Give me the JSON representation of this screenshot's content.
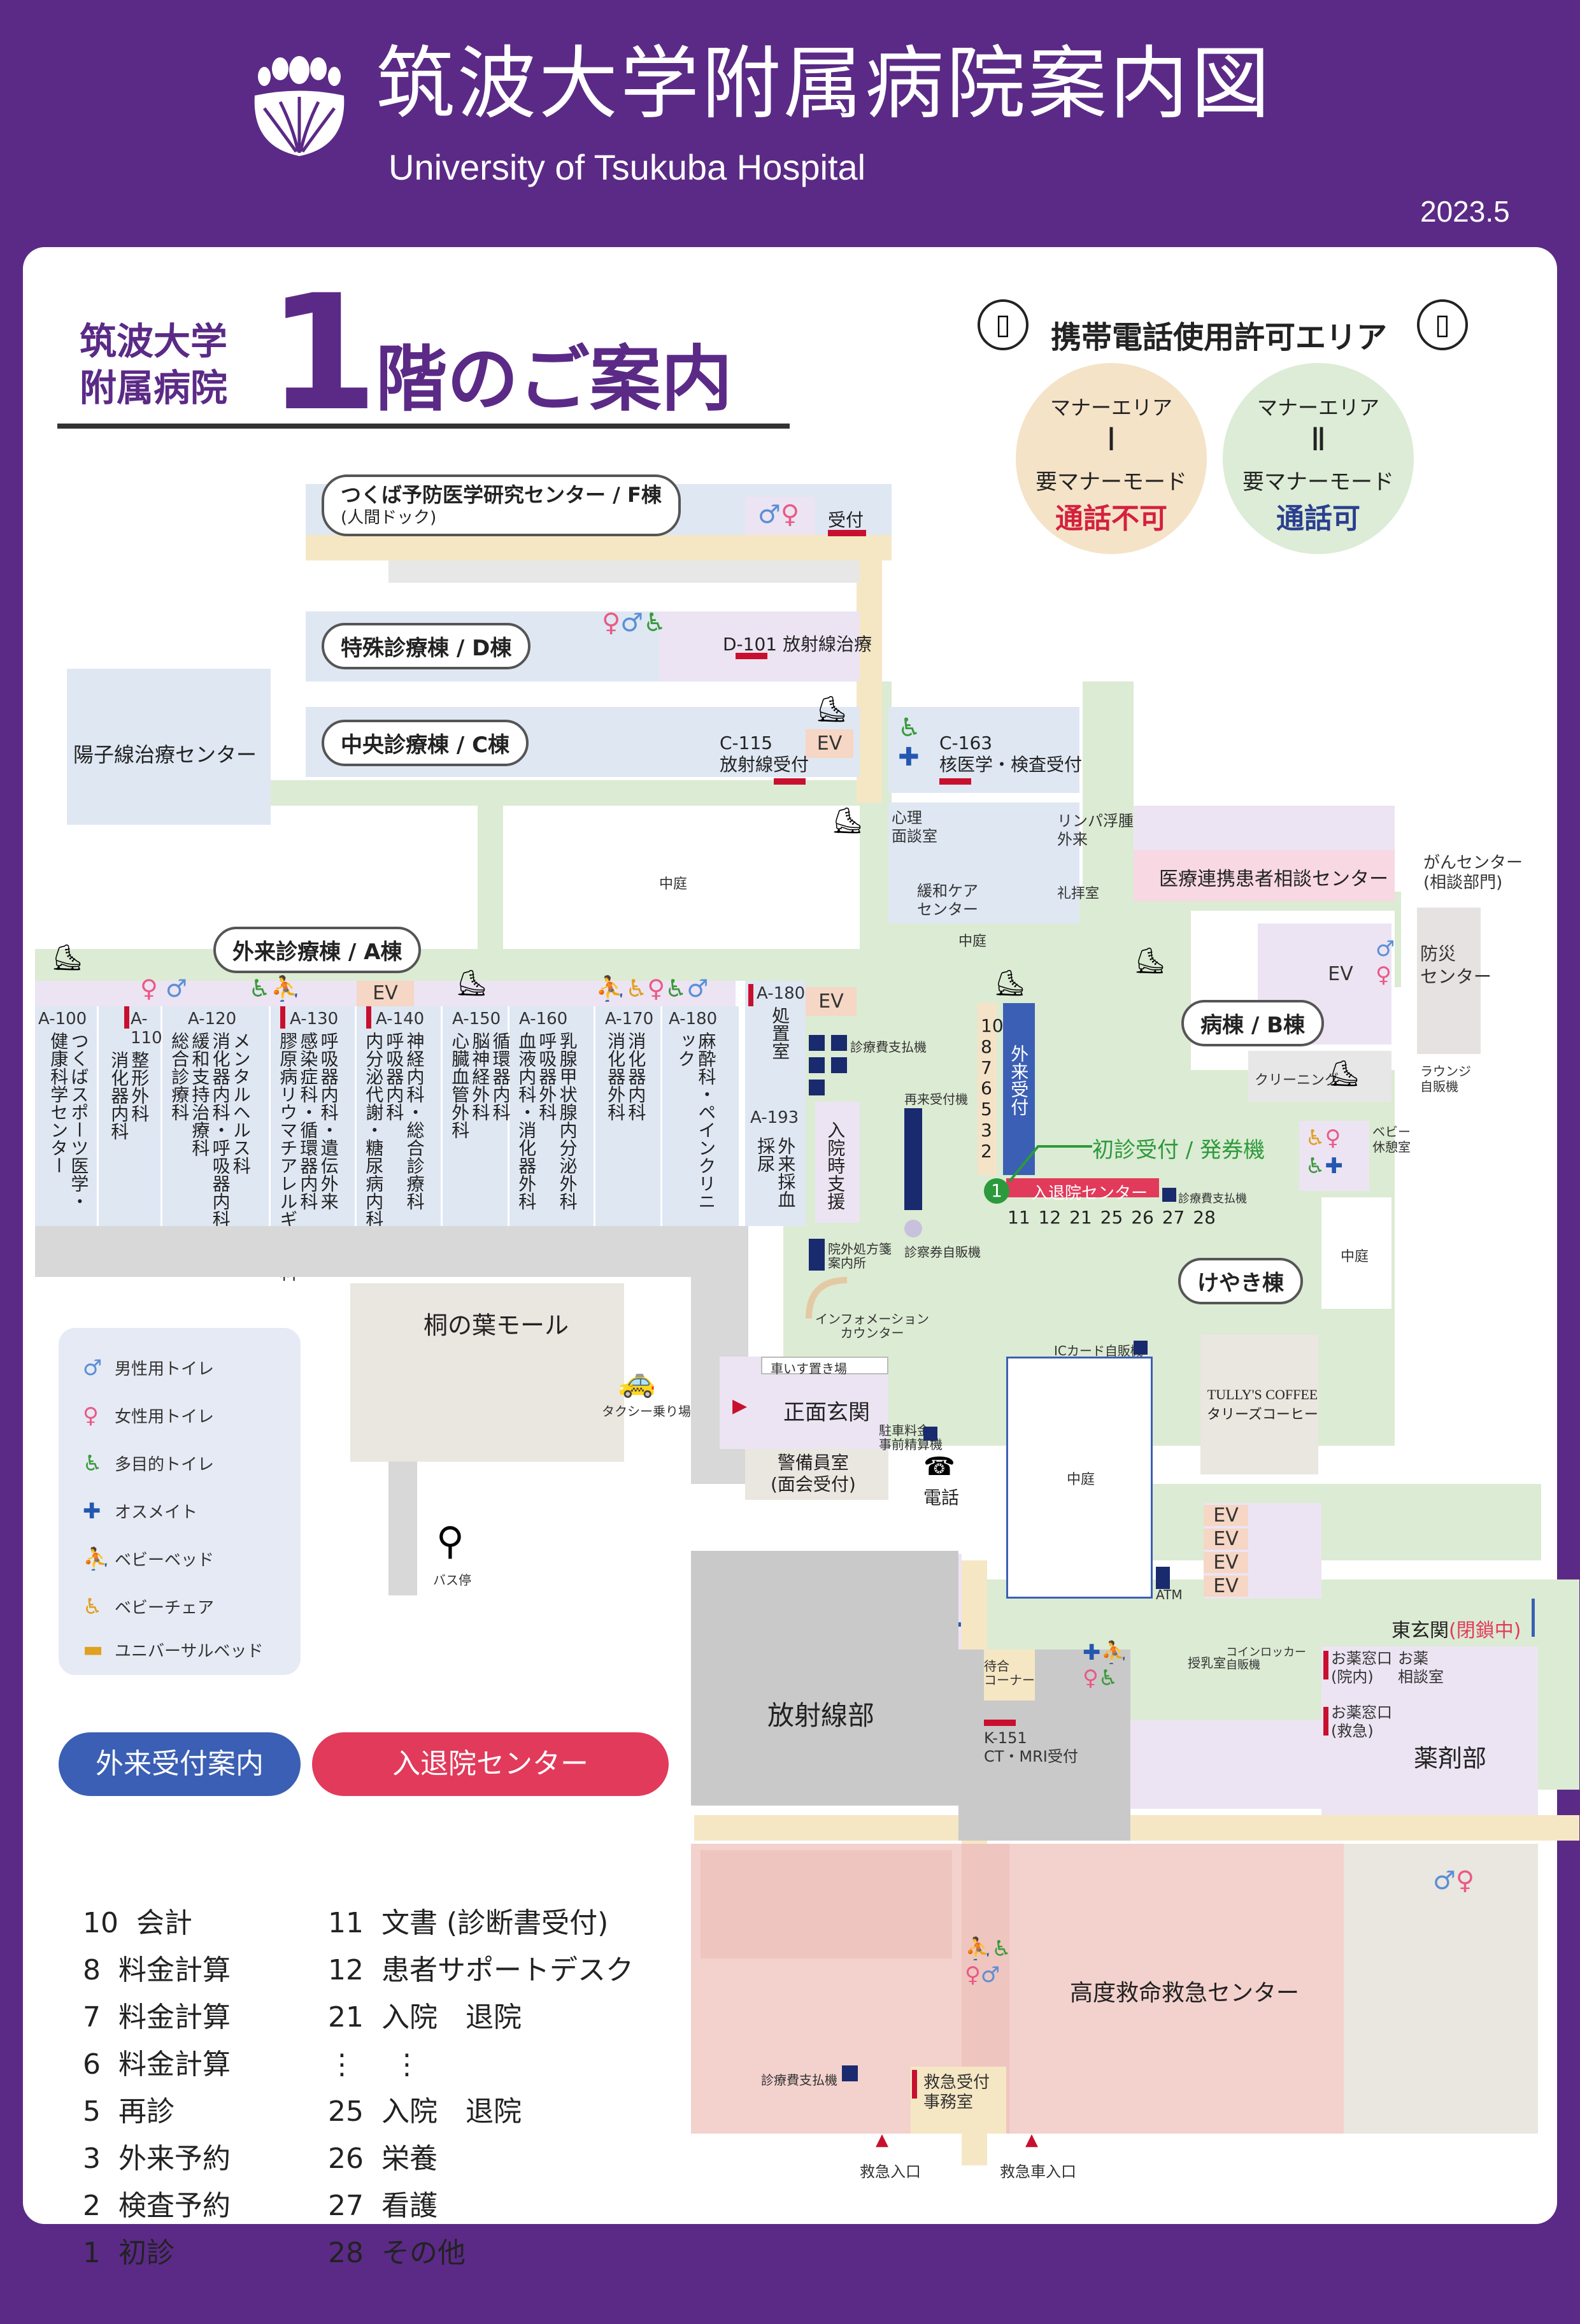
{
  "header": {
    "title": "筑波大学附属病院案内図",
    "subtitle": "University of Tsukuba Hospital",
    "date": "2023.5"
  },
  "floor": {
    "hospital_name_line1": "筑波大学",
    "hospital_name_line2": "附属病院",
    "number": "1",
    "label": "階のご案内"
  },
  "phone_area": {
    "title": "携帯電話使用許可エリア",
    "zone1": {
      "name": "マナーエリア",
      "roman": "Ⅰ",
      "mode": "要マナーモード",
      "status": "通話不可",
      "color": "#f5e3c8",
      "status_color": "#d4213d"
    },
    "zone2": {
      "name": "マナーエリア",
      "roman": "Ⅱ",
      "mode": "要マナーモード",
      "status": "通話可",
      "color": "#dcecd6",
      "status_color": "#2b3f8f"
    }
  },
  "buildings": {
    "f": "つくば予防医学研究センター / F棟",
    "f_sub": "(人間ドック)",
    "d": "特殊診療棟 / D棟",
    "c": "中央診療棟 / C棟",
    "a": "外来診療棟 / A棟",
    "b": "病棟 / B棟",
    "keyaki": "けやき棟",
    "yoshi": "陽子線治療センター"
  },
  "rooms": {
    "uketsuke": "受付",
    "d101": "D-101 放射線治療",
    "c115": "C-115\n放射線受付",
    "c163": "C-163\n核医学・検査受付",
    "ev": "EV",
    "shinri": "心理\n面談室",
    "rinpa": "リンパ浮腫\n外来",
    "kanwa": "緩和ケア\nセンター",
    "reihai": "礼拝室",
    "iryo": "医療連携患者相談センター",
    "gan": "がんセンター\n(相談部門)",
    "bousai": "防災\nセンター",
    "lounge": "ラウンジ\n自販機",
    "cleaning": "クリーニング",
    "baby_rest": "ベビー\n休憩室",
    "nakaniwa": "中庭",
    "kiri": "桐の葉モール",
    "taxi": "タクシー乗り場",
    "bus": "バス停",
    "kurumaisu": "車いす置き場",
    "shomen": "正面玄関",
    "keibi": "警備員室\n(面会受付)",
    "chusha": "駐車料金\n事前精算機",
    "denwa": "電話",
    "info": "インフォメーション\nカウンター",
    "ic": "ICカード自販機",
    "tullys": "TULLY'S COFFEE\nタリーズコーヒー",
    "atm": "ATM",
    "higashi": "東玄関",
    "heisa": "(閉鎖中)",
    "houshasen": "放射線部",
    "machiai": "待合\nコーナー",
    "k151": "K-151\nCT・MRI受付",
    "junyu": "授乳室",
    "coin": "コインロッカー\n自販機",
    "yakuin": "お薬窓口\n(院内)",
    "yakusou": "お薬\n相談室",
    "yakukyu": "お薬窓口\n(救急)",
    "yakuzai": "薬剤部",
    "kodo": "高度救命救急センター",
    "kyukyu_uke": "救急受付\n事務室",
    "kyukyu_iri": "救急入口",
    "kyukyusha": "救急車入口",
    "shinryo_ki": "診療費支払機",
    "saishin": "再来受付機",
    "ingai": "院外処方箋\n案内所",
    "jihanki": "診察券自販機",
    "shoshin": "初診受付 / 発券機",
    "nyutai": "入退院センター",
    "gairai": "外来受付",
    "nyuin_shien": "入院時支援",
    "a193": "A-193",
    "saiketsu": "外来採血\n採尿",
    "shochi": "処置室",
    "a180": "A-180"
  },
  "counters_vertical": [
    "10",
    "8",
    "7",
    "6",
    "5",
    "3",
    "2"
  ],
  "counters_horizontal": [
    "11",
    "12",
    "21",
    "25",
    "26",
    "27",
    "28"
  ],
  "counter_one": "1",
  "a_wing": [
    {
      "code": "A-100",
      "dept": "つくばスポーツ医学・健康科学センター"
    },
    {
      "code": "A-110",
      "dept": "整形外科\n消化器内科"
    },
    {
      "code": "A-120",
      "dept": "メンタルヘルス科\n消化器内科・呼吸器内科\n緩和支持治療科\n総合診療科"
    },
    {
      "code": "A-130",
      "dept": "呼吸器内科・遺伝外来\n感染症科・循環器内科\n膠原病リウマチアレルギー内科"
    },
    {
      "code": "A-140",
      "dept": "神経内科・総合診療科\n呼吸器内科\n内分泌代謝・糖尿病内科"
    },
    {
      "code": "A-150",
      "dept": "循環器内科\n脳神経外科\n心臓血管外科"
    },
    {
      "code": "A-160",
      "dept": "乳腺甲状腺内分泌外科\n呼吸器外科\n血液内科・消化器外科"
    },
    {
      "code": "A-170",
      "dept": "消化器内科\n消化器外科"
    },
    {
      "code": "A-180",
      "dept": "麻酔科・ペインクリニック"
    }
  ],
  "legend": [
    {
      "icon": "male-toilet-icon",
      "label": "男性用トイレ",
      "color": "#5b8fd6"
    },
    {
      "icon": "female-toilet-icon",
      "label": "女性用トイレ",
      "color": "#e85a86"
    },
    {
      "icon": "accessible-toilet-icon",
      "label": "多目的トイレ",
      "color": "#3a9a3a"
    },
    {
      "icon": "ostomate-icon",
      "label": "オスメイト",
      "color": "#2458b0"
    },
    {
      "icon": "baby-bed-icon",
      "label": "ベビーベッド",
      "color": "#ef8a2a"
    },
    {
      "icon": "baby-chair-icon",
      "label": "ベビーチェア",
      "color": "#e0a020"
    },
    {
      "icon": "universal-bed-icon",
      "label": "ユニバーサルベッド",
      "color": "#e0a020"
    }
  ],
  "guide": {
    "outpatient_title": "外来受付案内",
    "outpatient_color": "#3b5fb4",
    "outpatient": [
      "10  会計",
      "8  料金計算",
      "7  料金計算",
      "6  料金計算",
      "5  再診",
      "3  外来予約",
      "2  検査予約",
      "1  初診"
    ],
    "admission_title": "入退院センター",
    "admission_color": "#e23a5b",
    "admission": [
      "11  文書 (診断書受付)",
      "12  患者サポートデスク",
      "21  入院　退院",
      "⋮　 ⋮",
      "25  入院　退院",
      "26  栄養",
      "27  看護",
      "28  その他"
    ]
  },
  "colors": {
    "purple": "#5b2a86",
    "corridor": "#dcebd3",
    "beige": "#f6e7c4",
    "blue_room": "#dfe7f3",
    "lavender": "#ece4f3",
    "pink": "#f3d1cc",
    "gray": "#c9c9c9"
  }
}
